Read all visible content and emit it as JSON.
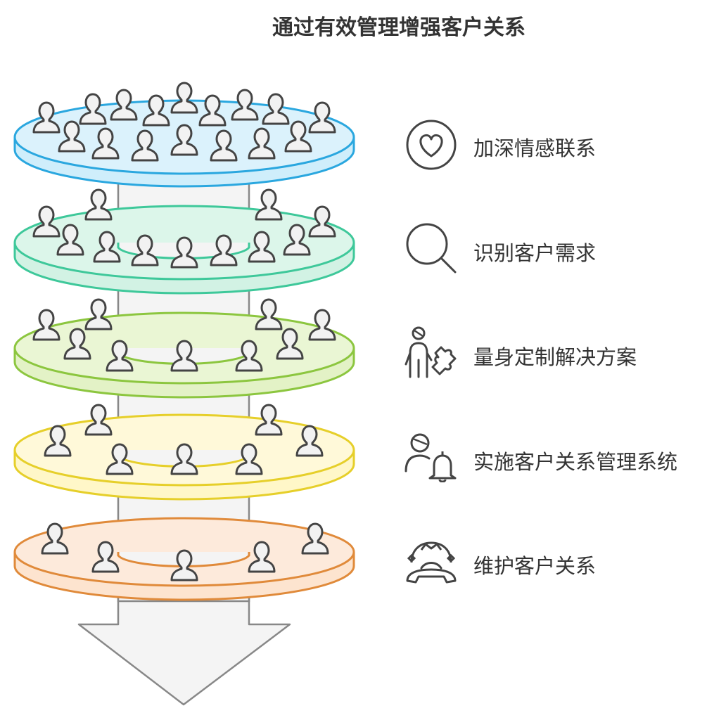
{
  "title": "通过有效管理增强客户关系",
  "items": [
    {
      "label": "加深情感联系",
      "icon": "heart-icon",
      "color": "#2aa7df"
    },
    {
      "label": "识别客户需求",
      "icon": "magnifier-icon",
      "color": "#3ec89a"
    },
    {
      "label": "量身定制解决方案",
      "icon": "person-puzzle-icon",
      "color": "#8cc63f"
    },
    {
      "label": "实施客户关系管理系统",
      "icon": "user-bell-icon",
      "color": "#e8d83a"
    },
    {
      "label": "维护客户关系",
      "icon": "agent-phone-icon",
      "color": "#e88a3a"
    }
  ]
}
